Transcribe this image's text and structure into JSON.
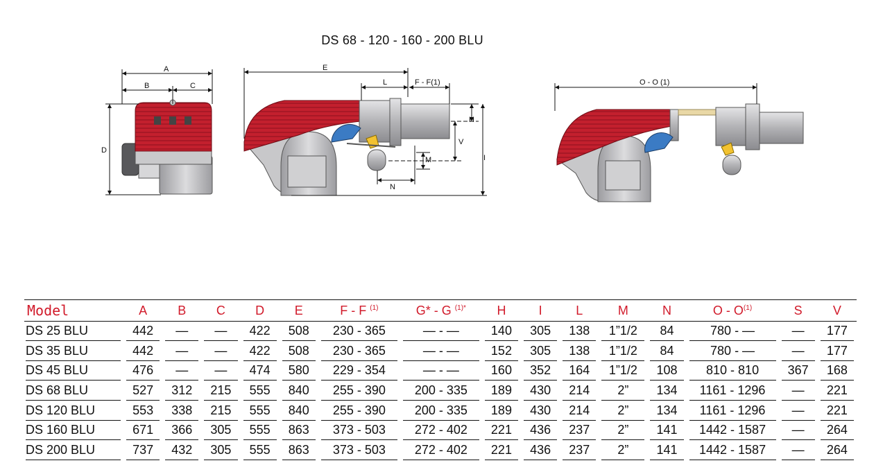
{
  "title": "DS 68 - 120 - 160 - 200 BLU",
  "dimension_labels": {
    "a": "A",
    "b": "B",
    "c": "C",
    "d": "D",
    "e": "E",
    "l": "L",
    "ff": "F - F(1)",
    "h": "H",
    "v": "V",
    "i": "I",
    "m": "M",
    "n": "N",
    "oo": "O - O (1)"
  },
  "table": {
    "headers": {
      "model": "Model",
      "a": "A",
      "b": "B",
      "c": "C",
      "d": "D",
      "e": "E",
      "ff": "F - F ",
      "ff_sup": "(1)",
      "gg": "G* - G ",
      "gg_sup": "(1)*",
      "h": "H",
      "i": "I",
      "l": "L",
      "m": "M",
      "n": "N",
      "oo": "O - O",
      "oo_sup": "(1)",
      "s": "S",
      "v": "V"
    },
    "rows": [
      {
        "model": "DS 25 BLU",
        "a": "442",
        "b": "—",
        "c": "—",
        "d": "422",
        "e": "508",
        "ff": "230 - 365",
        "gg": "— - —",
        "h": "140",
        "i": "305",
        "l": "138",
        "m": "1”1/2",
        "n": "84",
        "oo": "780 - —",
        "s": "—",
        "v": "177"
      },
      {
        "model": "DS 35 BLU",
        "a": "442",
        "b": "—",
        "c": "—",
        "d": "422",
        "e": "508",
        "ff": "230 - 365",
        "gg": "— - —",
        "h": "152",
        "i": "305",
        "l": "138",
        "m": "1”1/2",
        "n": "84",
        "oo": "780 - —",
        "s": "—",
        "v": "177"
      },
      {
        "model": "DS 45 BLU",
        "a": "476",
        "b": "—",
        "c": "—",
        "d": "474",
        "e": "580",
        "ff": "229 - 354",
        "gg": "— - —",
        "h": "160",
        "i": "352",
        "l": "164",
        "m": "1”1/2",
        "n": "108",
        "oo": "810 - 810",
        "s": "367",
        "v": "168"
      },
      {
        "model": "DS 68 BLU",
        "a": "527",
        "b": "312",
        "c": "215",
        "d": "555",
        "e": "840",
        "ff": "255 - 390",
        "gg": "200 - 335",
        "h": "189",
        "i": "430",
        "l": "214",
        "m": "2”",
        "n": "134",
        "oo": "1161 - 1296",
        "s": "—",
        "v": "221"
      },
      {
        "model": "DS 120 BLU",
        "a": "553",
        "b": "338",
        "c": "215",
        "d": "555",
        "e": "840",
        "ff": "255 - 390",
        "gg": "200 - 335",
        "h": "189",
        "i": "430",
        "l": "214",
        "m": "2”",
        "n": "134",
        "oo": "1161 - 1296",
        "s": "—",
        "v": "221"
      },
      {
        "model": "DS 160 BLU",
        "a": "671",
        "b": "366",
        "c": "305",
        "d": "555",
        "e": "863",
        "ff": "373 - 503",
        "gg": "272 - 402",
        "h": "221",
        "i": "436",
        "l": "237",
        "m": "2”",
        "n": "141",
        "oo": "1442 - 1587",
        "s": "—",
        "v": "264"
      },
      {
        "model": "DS 200 BLU",
        "a": "737",
        "b": "432",
        "c": "305",
        "d": "555",
        "e": "863",
        "ff": "373 - 503",
        "gg": "272 - 402",
        "h": "221",
        "i": "436",
        "l": "237",
        "m": "2”",
        "n": "141",
        "oo": "1442 - 1587",
        "s": "—",
        "v": "264"
      }
    ]
  },
  "colors": {
    "header_red": "#d11a2a",
    "burner_red": "#c3202e",
    "metal_grey": "#a9a9ab"
  }
}
